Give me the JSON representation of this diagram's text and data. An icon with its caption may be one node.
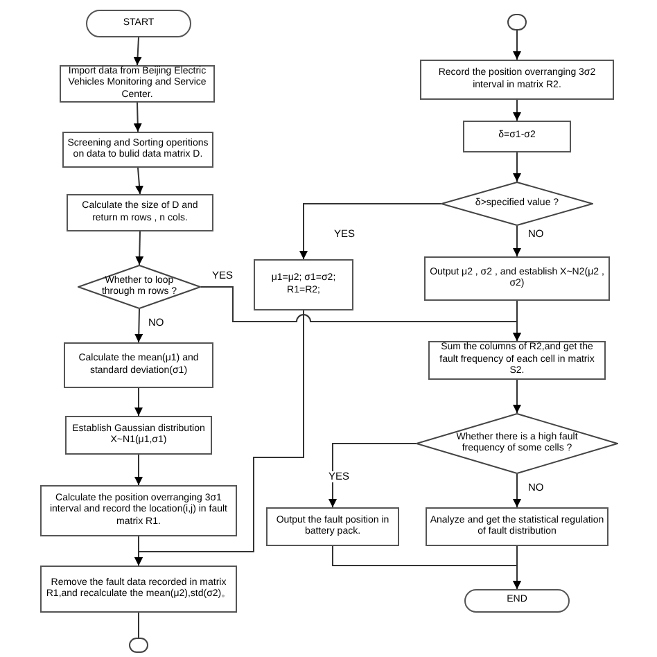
{
  "diagram": {
    "nodes": [
      {
        "text": [
          "START"
        ]
      },
      {
        "text": [
          "Import data from Beijing Electric Vehicles Monitoring and Service Center."
        ]
      },
      {
        "text": [
          "Screening and Sorting operitions on data to bulid data matrix D."
        ]
      },
      {
        "text": [
          "Calculate the size of D and return m rows , n cols."
        ]
      },
      {
        "text": [
          "Whether to loop through m rows ?"
        ]
      },
      {
        "text": [
          "Calculate the mean(μ1) and standard deviation(σ1)"
        ]
      },
      {
        "text": [
          "Establish Gaussian distribution X~N1(μ1,σ1)"
        ]
      },
      {
        "text": [
          "Calculate the position overranging 3σ1 interval and record the location(i,j) in fault matrix R1."
        ]
      },
      {
        "text": [
          "Remove the fault data recorded in matrix R1,and recalculate the mean(μ2),std(σ2)。"
        ]
      },
      {
        "text": [],
        "shape": "circle"
      },
      {
        "text": [],
        "shape": "circle"
      },
      {
        "text": [
          "Record the position overranging 3σ2 interval in matrix R2."
        ]
      },
      {
        "text": [
          "δ=σ1-σ2"
        ]
      },
      {
        "text": [
          "δ>specified value ?"
        ]
      },
      {
        "text": [
          "μ1=μ2; σ1=σ2; R1=R2;"
        ]
      },
      {
        "text": [
          "Output μ2 , σ2 , and establish X~N2(μ2 , σ2)"
        ]
      },
      {
        "text": [
          "Sum the columns of R2,and get the fault frequency of each cell in matrix S2."
        ]
      },
      {
        "text": [
          "Whether there is a high fault frequency of some cells ?"
        ]
      },
      {
        "text": [
          "Output the fault position in battery pack."
        ]
      },
      {
        "text": [
          "Analyze and get the statistical regulation of fault distribution"
        ]
      },
      {
        "text": [
          "END"
        ]
      }
    ],
    "edges": [
      {
        "from": 0,
        "to": 1,
        "arrow": "to"
      },
      {
        "from": 1,
        "to": 2,
        "arrow": "to"
      },
      {
        "from": 2,
        "to": 3,
        "arrow": "to"
      },
      {
        "from": 3,
        "to": 4,
        "arrow": "to"
      },
      {
        "from": 4,
        "to": 5,
        "arrow": "to",
        "label": "NO"
      },
      {
        "from": 5,
        "to": 6,
        "arrow": "to"
      },
      {
        "from": 6,
        "to": 7,
        "arrow": "to"
      },
      {
        "from": 7,
        "to": 8,
        "arrow": "to"
      },
      {
        "from": 8,
        "to": 9,
        "arrow": "none"
      },
      {
        "from": 4,
        "to": 16,
        "arrow": "to",
        "label": "YES"
      },
      {
        "from": 10,
        "to": 11,
        "arrow": "to"
      },
      {
        "from": 11,
        "to": 12,
        "arrow": "to"
      },
      {
        "from": 12,
        "to": 13,
        "arrow": "to"
      },
      {
        "from": 13,
        "to": 14,
        "arrow": "to",
        "label": "YES"
      },
      {
        "from": 13,
        "to": 15,
        "arrow": "to",
        "label": "NO"
      },
      {
        "from": 14,
        "to": 8,
        "arrow": "to"
      },
      {
        "from": 15,
        "to": 16,
        "arrow": "to"
      },
      {
        "from": 16,
        "to": 17,
        "arrow": "to"
      },
      {
        "from": 17,
        "to": 18,
        "arrow": "to",
        "label": "YES"
      },
      {
        "from": 17,
        "to": 19,
        "arrow": "to",
        "label": "NO"
      },
      {
        "from": 18,
        "to": 20,
        "arrow": "to"
      },
      {
        "from": 19,
        "to": 20,
        "arrow": "to"
      }
    ]
  }
}
